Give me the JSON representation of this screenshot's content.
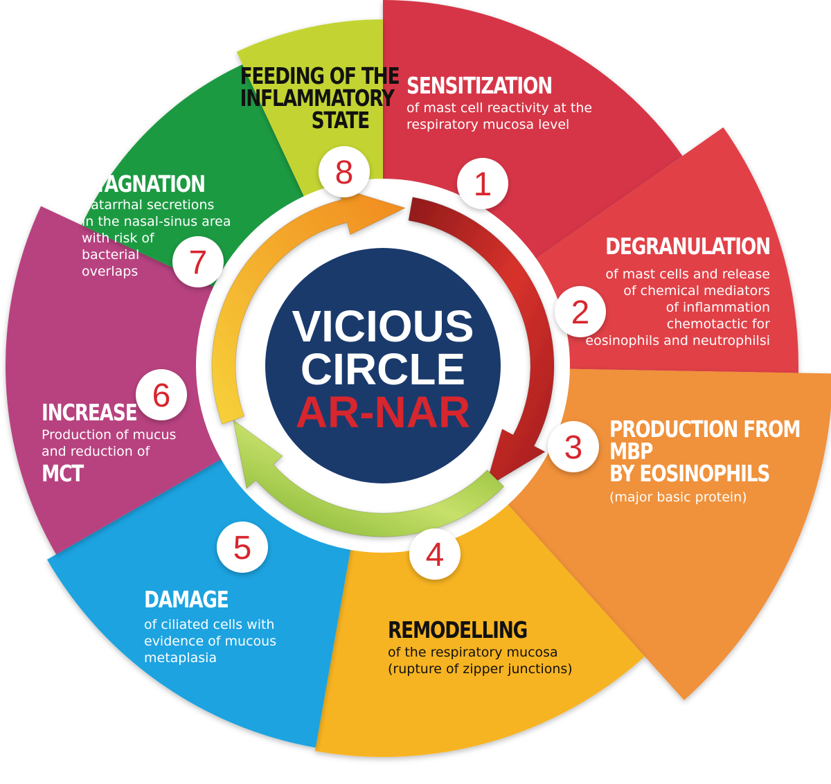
{
  "center": {
    "line1": "VICIOUS",
    "line2": "CIRCLE",
    "line3": "AR-NAR",
    "text_color": "#ffffff",
    "accent_color": "#d7262e",
    "background": "#1a3a6c"
  },
  "steps": [
    {
      "number": "1",
      "title": "SENSITIZATION",
      "title2": "",
      "title3": "",
      "desc": "of mast cell reactivity at the",
      "desc2": "respiratory mucosa level",
      "desc3": "",
      "desc4": "",
      "desc5": "",
      "color": "#d63547"
    },
    {
      "number": "2",
      "title": "DEGRANULATION",
      "title2": "",
      "title3": "",
      "desc": "of mast cells and release",
      "desc2": "of chemical mediators",
      "desc3": "of inflammation",
      "desc4": "chemotactic for",
      "desc5": "eosinophils and neutrophilsi",
      "color": "#e13f47"
    },
    {
      "number": "3",
      "title": "PRODUCTION FROM",
      "title2": "MBP",
      "title3": "BY EOSINOPHILS",
      "desc": "(major basic protein)",
      "desc2": "",
      "desc3": "",
      "desc4": "",
      "desc5": "",
      "color": "#f0913a"
    },
    {
      "number": "4",
      "title": "REMODELLING",
      "title2": "",
      "title3": "",
      "desc": "of the respiratory mucosa",
      "desc2": "(rupture of zipper junctions)",
      "desc3": "",
      "desc4": "",
      "desc5": "",
      "color": "#f7b421"
    },
    {
      "number": "5",
      "title": "DAMAGE",
      "title2": "",
      "title3": "",
      "desc": "of ciliated cells with",
      "desc2": "evidence of mucous",
      "desc3": "metaplasia",
      "desc4": "",
      "desc5": "",
      "color": "#1ea3e0"
    },
    {
      "number": "6",
      "title": "INCREASE",
      "title2": "",
      "title3": "",
      "desc": "Production of mucus",
      "desc2": "and reduction of",
      "desc3": "MCT",
      "desc4": "",
      "desc5": "",
      "color": "#b7437f"
    },
    {
      "number": "7",
      "title": "STAGNATION",
      "title2": "",
      "title3": "",
      "desc": "Catarrhal secretions",
      "desc2": "in the nasal-sinus area",
      "desc3": "with risk of",
      "desc4": "bacterial",
      "desc5": "overlaps",
      "color": "#1f9a43"
    },
    {
      "number": "8",
      "title": "FEEDING OF THE",
      "title2": "INFLAMMATORY",
      "title3": "STATE",
      "desc": "",
      "desc2": "",
      "desc3": "",
      "desc4": "",
      "desc5": "",
      "color": "#c3d431"
    }
  ],
  "number_color": "#d7262e",
  "arrow_colors": {
    "red": "#c62a2a",
    "yellow": "#f2b02a",
    "green": "#9cc93a"
  }
}
